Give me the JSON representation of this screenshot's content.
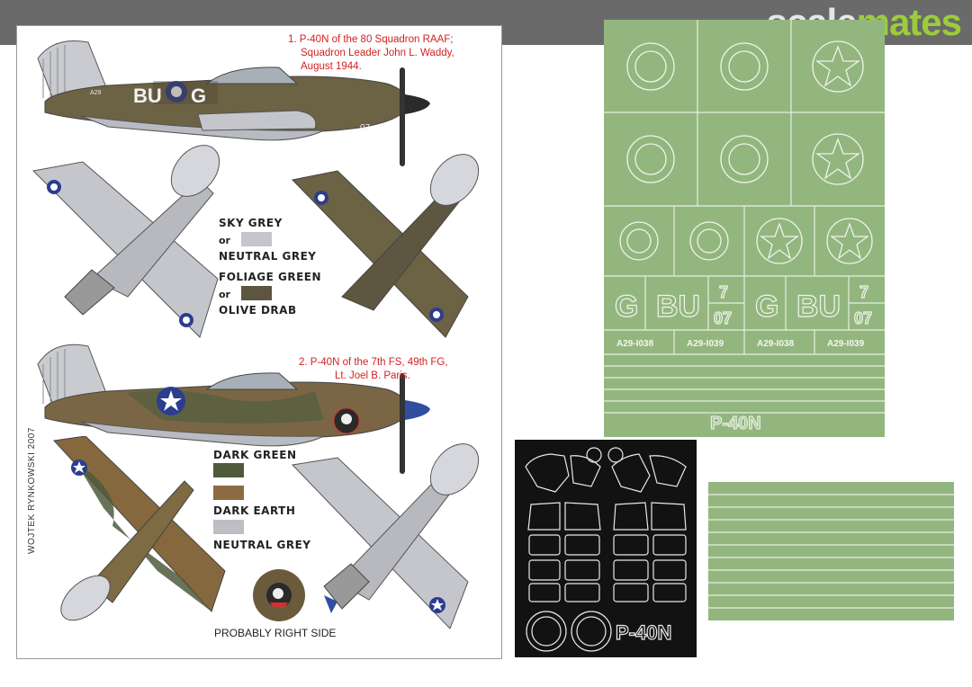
{
  "watermark": {
    "part1": "scale",
    "part2": "mates"
  },
  "instruction_sheet": {
    "aircraft_1": {
      "caption": [
        "1. P-40N of the 80 Squadron RAAF;",
        "Squadron Leader John L. Waddy,",
        "August 1944."
      ],
      "fuselage_code_left": "BU",
      "fuselage_code_right": "G",
      "nose_number": "07",
      "serial": "A29"
    },
    "aircraft_2": {
      "caption": [
        "2. P-40N of the 7th FS, 49th FG,",
        "Lt. Joel B. Paris."
      ]
    },
    "legend_1": [
      {
        "label": "SKY GREY"
      },
      {
        "or": "or",
        "color": "#c4c6cc"
      },
      {
        "label": "NEUTRAL GREY"
      },
      {
        "label": "FOLIAGE GREEN"
      },
      {
        "or": "or",
        "color": "#5d5540"
      },
      {
        "label": "OLIVE DRAB"
      }
    ],
    "legend_2": [
      {
        "label": "DARK GREEN",
        "color": "#4f5a3c"
      },
      {
        "label": "DARK EARTH",
        "color": "#8c6b42"
      },
      {
        "label": "NEUTRAL GREY",
        "color": "#bdbfc4"
      }
    ],
    "credit": "WOJTEK RYNKOWSKI 2007",
    "note": "PROBABLY RIGHT SIDE"
  },
  "mask_sheet_green": {
    "color": "#93b67f",
    "codes": [
      "G",
      "BU",
      "7",
      "07",
      "G",
      "BU",
      "7",
      "07"
    ],
    "serials": [
      "A29-I038",
      "A29-I039",
      "A29-I038",
      "A29-I039"
    ],
    "title": "P-40N"
  },
  "mask_sheet_black": {
    "title": "P-40N"
  }
}
